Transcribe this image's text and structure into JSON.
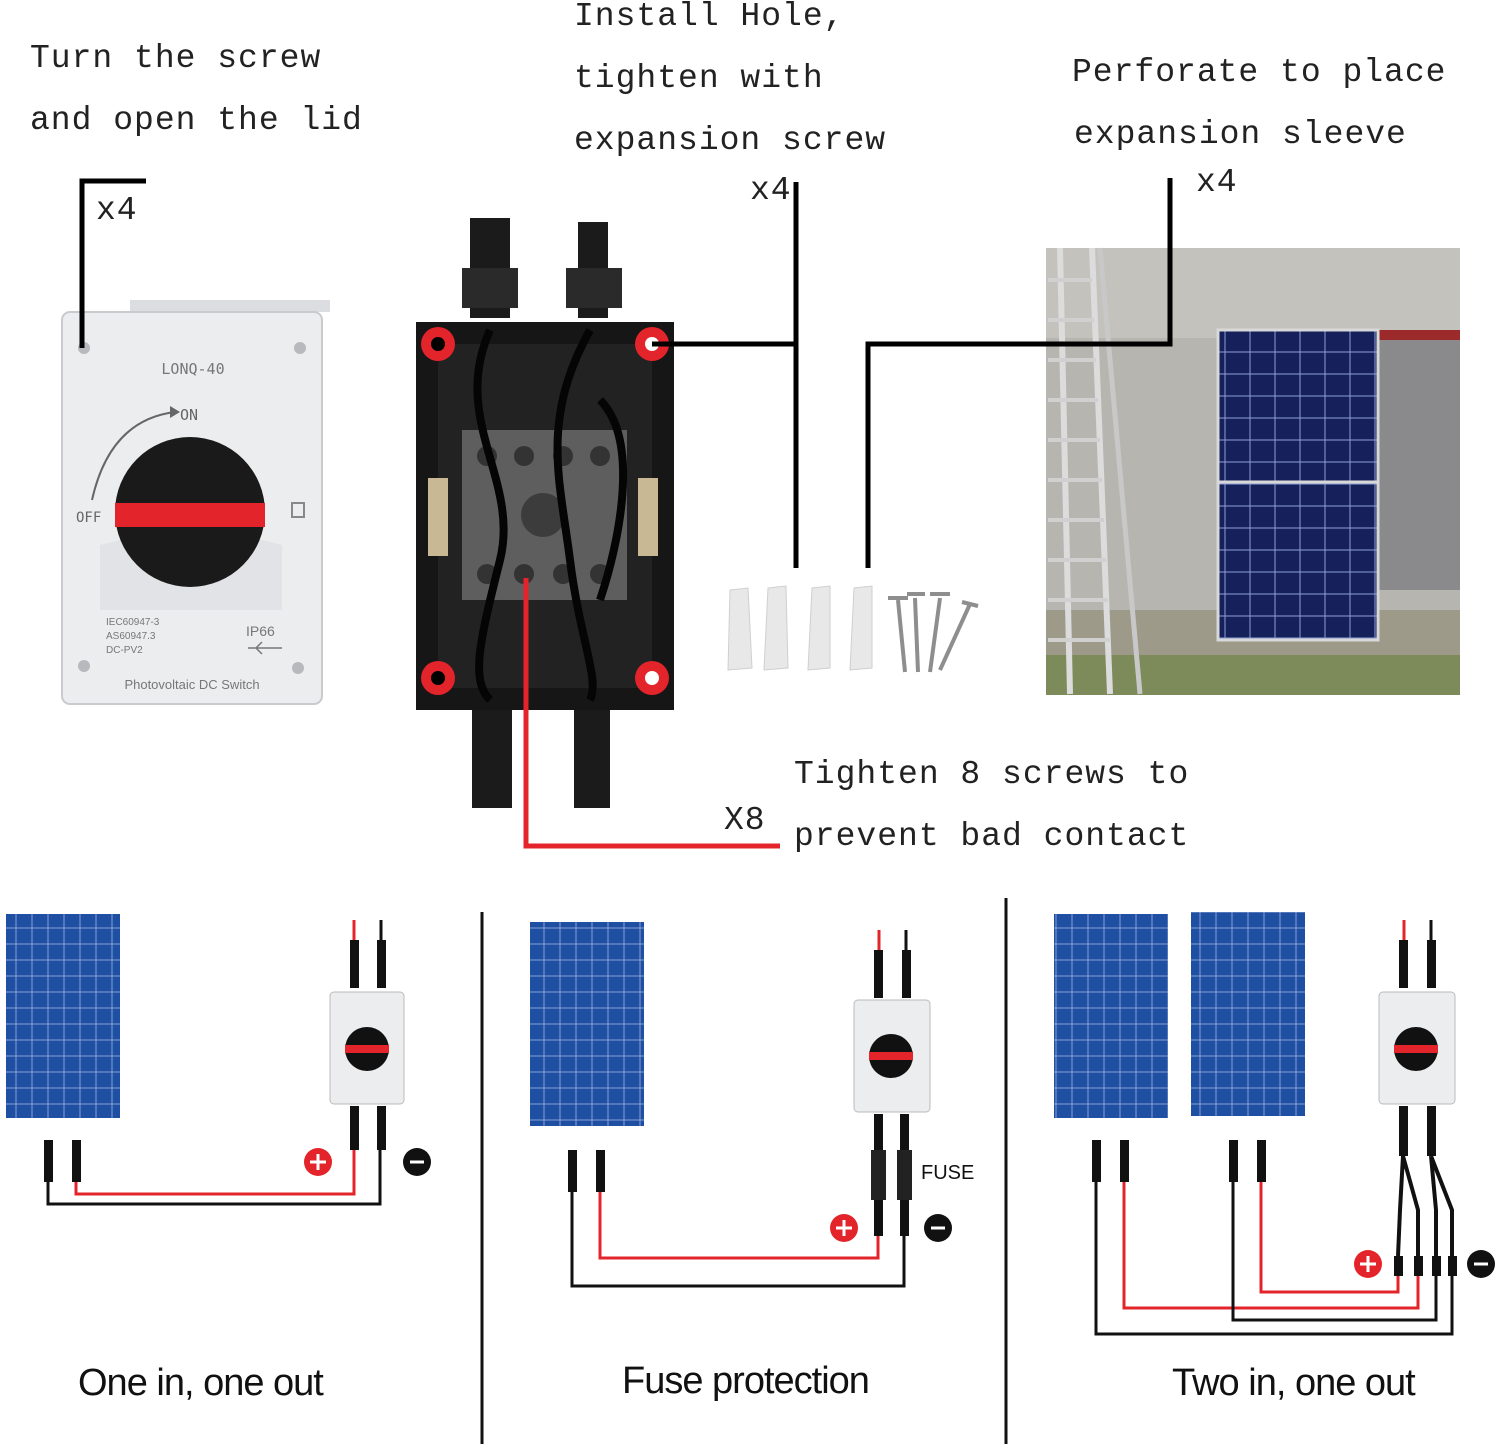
{
  "top": {
    "lid_note": {
      "line1": "Turn the screw",
      "line2": "and open the lid",
      "count": "x4"
    },
    "install_note": {
      "line1": "Install Hole,",
      "line2": "tighten with",
      "line3": "expansion screw",
      "count": "x4"
    },
    "perforate_note": {
      "line1": "Perforate to place",
      "line2": "expansion sleeve",
      "count": "x4"
    },
    "tighten_note": {
      "line1": "Tighten 8 screws to",
      "line2": "prevent bad contact",
      "count": "X8"
    }
  },
  "switch": {
    "model": "LONQ-40",
    "on_label": "ON",
    "off_label": "OFF",
    "standards": [
      "IEC60947-3",
      "AS60947.3",
      "DC-PV2"
    ],
    "ip_rating": "IP66",
    "product_name": "Photovoltaic DC Switch"
  },
  "bottom": {
    "panel1_caption": "One in, one out",
    "panel2_caption": "Fuse protection",
    "panel3_caption": "Two in, one out",
    "fuse_label": "FUSE"
  },
  "colors": {
    "red": "#e3242b",
    "black": "#111111",
    "panel_blue": "#1f4fa3",
    "switch_body": "#ecedef"
  }
}
